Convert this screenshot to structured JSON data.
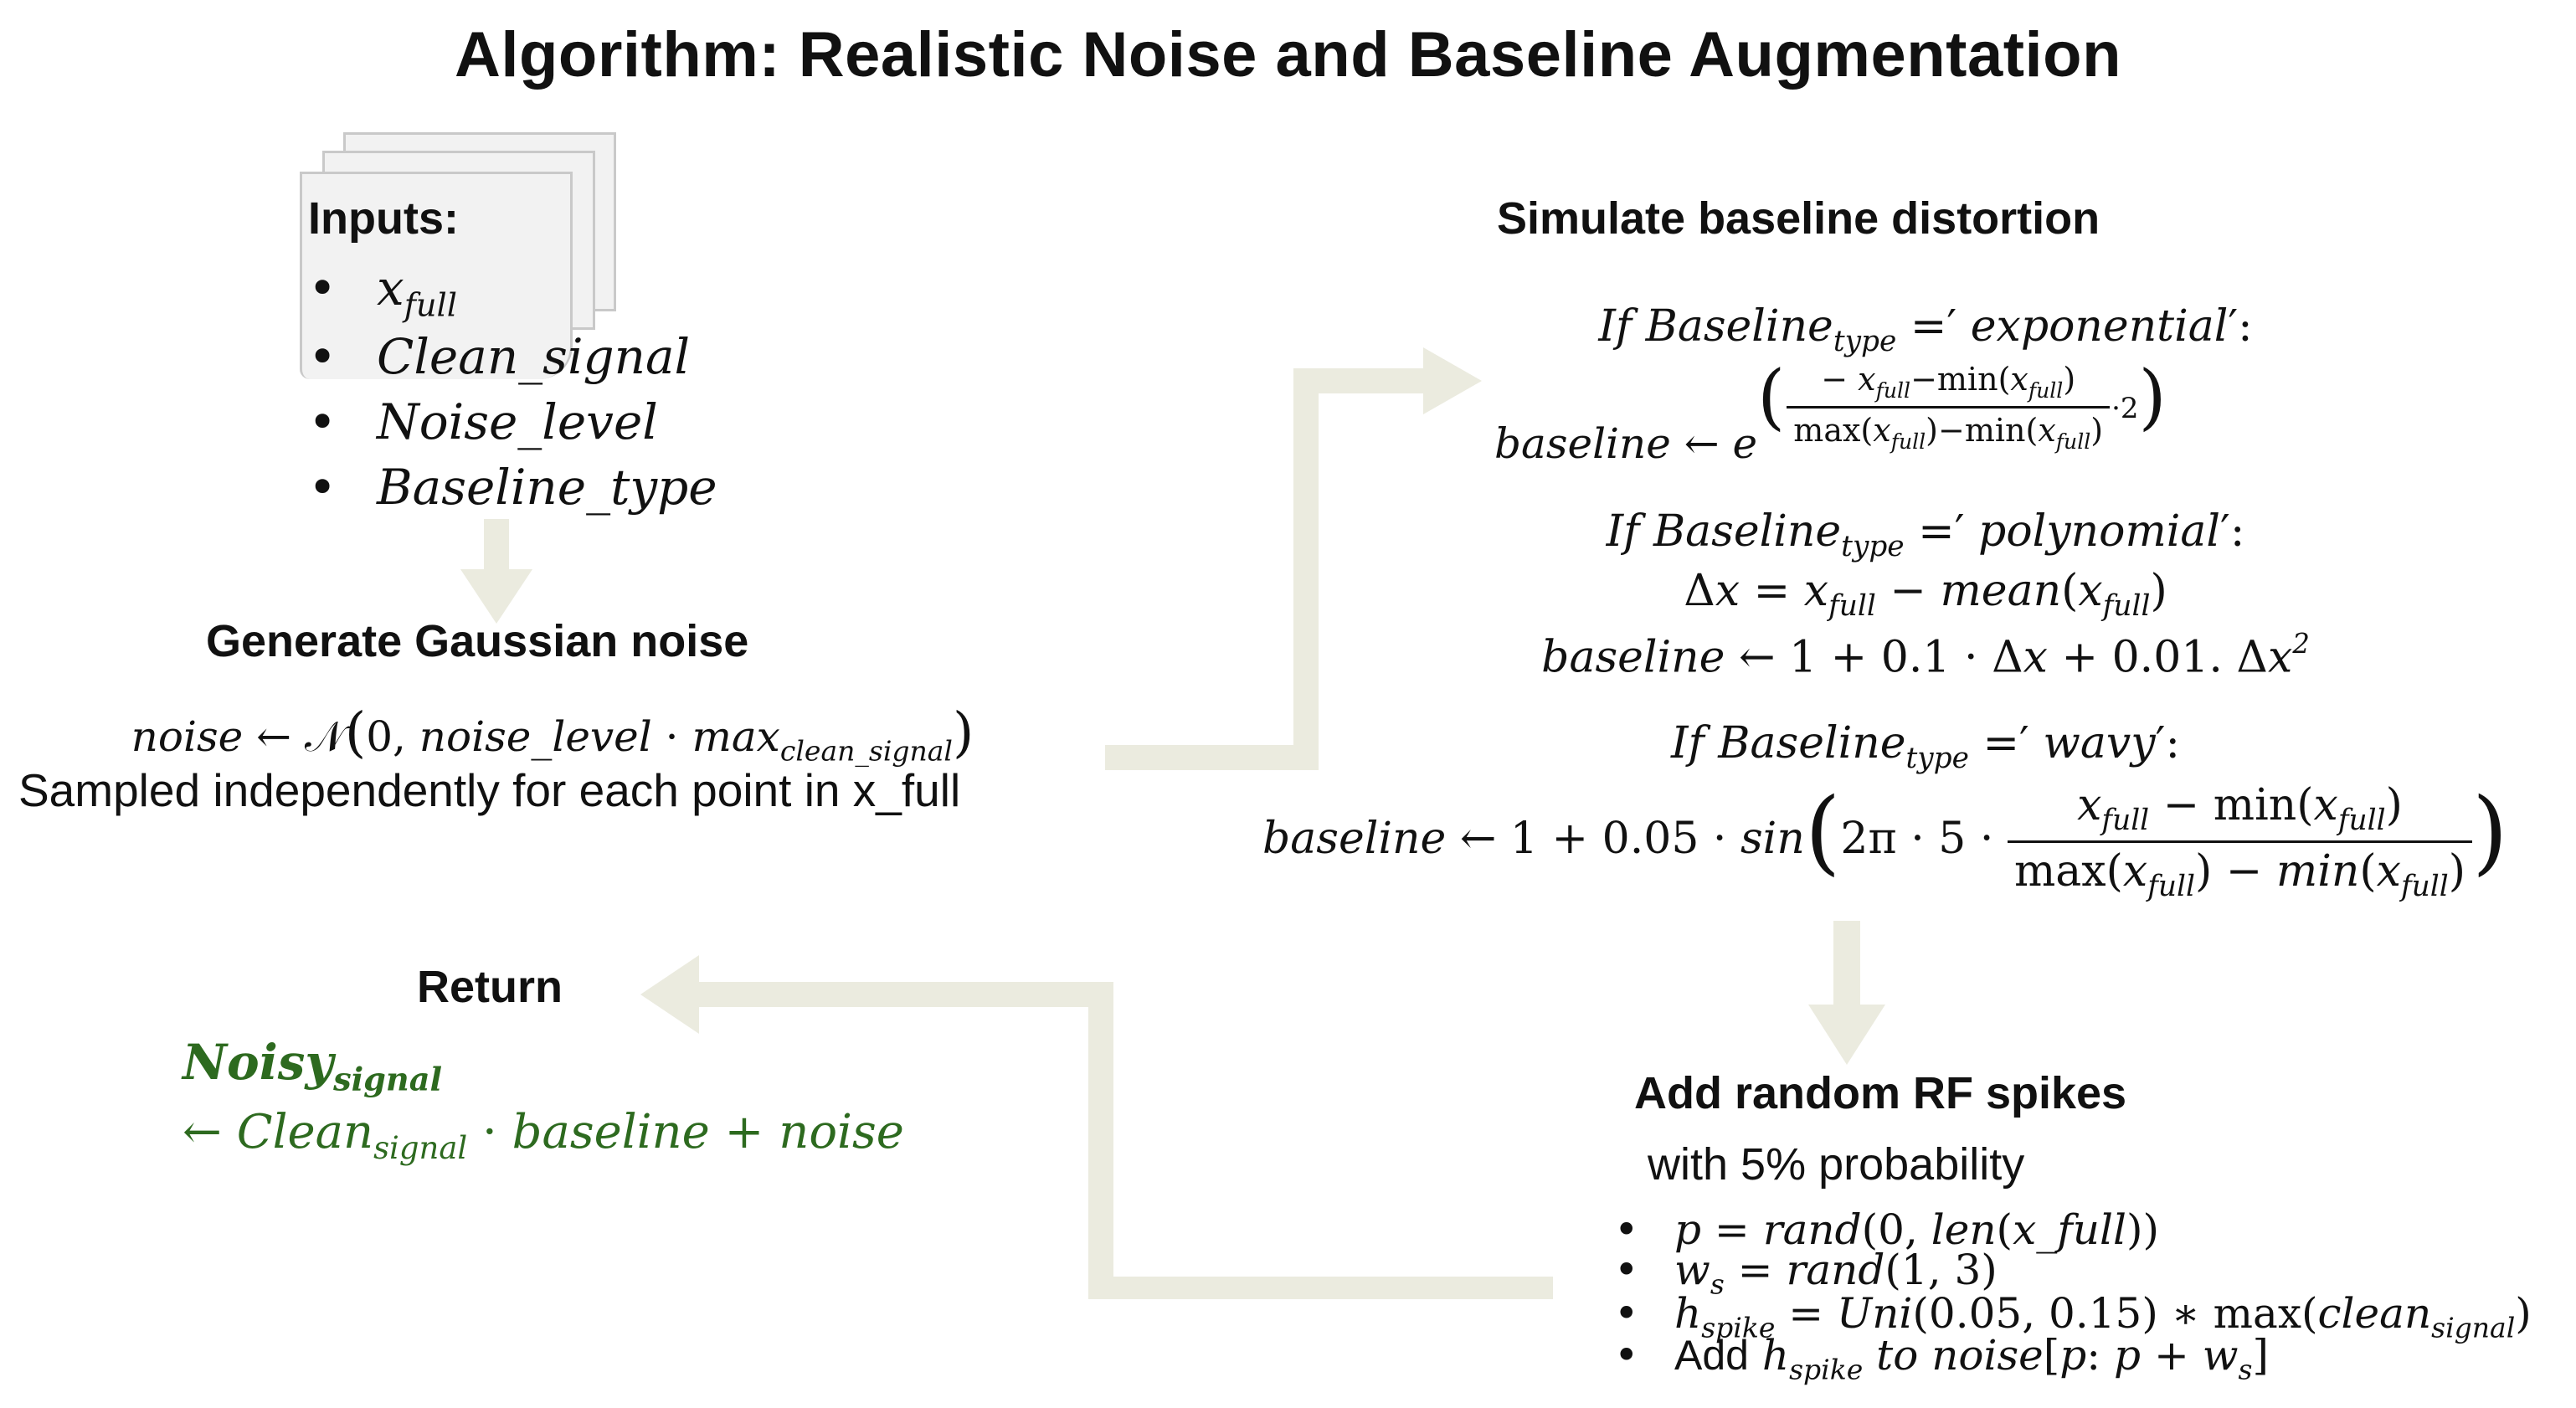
{
  "title": "Algorithm: Realistic Noise and Baseline Augmentation",
  "inputs": {
    "heading": "Inputs:",
    "items": [
      "x_full",
      "Clean_signal",
      "Noise_level",
      "Baseline_type"
    ]
  },
  "gaussian": {
    "heading": "Generate Gaussian noise",
    "formula": "noise ← 𝒩(0, noise_level · max_clean_signal)",
    "note": "Sampled independently for each point in x_full"
  },
  "baseline": {
    "heading": "Simulate baseline distortion",
    "exponential": {
      "condition": "If Baseline_type =′ exponential′:",
      "formula": "baseline ← e^(−(x_full − min(x_full)) / (max(x_full) − min(x_full)) · 2)"
    },
    "polynomial": {
      "condition": "If Baseline_type =′ polynomial′:",
      "delta": "Δx = x_full − mean(x_full)",
      "formula": "baseline ← 1 + 0.1 · Δx + 0.01. Δx²"
    },
    "wavy": {
      "condition": "If Baseline_type =′ wavy′:",
      "formula": "baseline ← 1 + 0.05 · sin(2π · 5 · (x_full − min(x_full)) / (max(x_full) − min(x_full)))"
    }
  },
  "spikes": {
    "heading": "Add random RF spikes",
    "subheading": "with 5% probability",
    "items": [
      "p = rand(0, len(x_full))",
      "w_s = rand(1, 3)",
      "h_spike = Uni(0.05, 0.15) * max(clean_signal)",
      "Add h_spike to noise[p: p + w_s]"
    ]
  },
  "return": {
    "heading": "Return",
    "formula": "Noisy_signal ← Clean_signal · baseline + noise"
  },
  "colors": {
    "arrow": "#ebebdf",
    "return_text": "#2d6a1f",
    "doc_fill": "#f2f2f2",
    "doc_border": "#c9c9c9"
  }
}
